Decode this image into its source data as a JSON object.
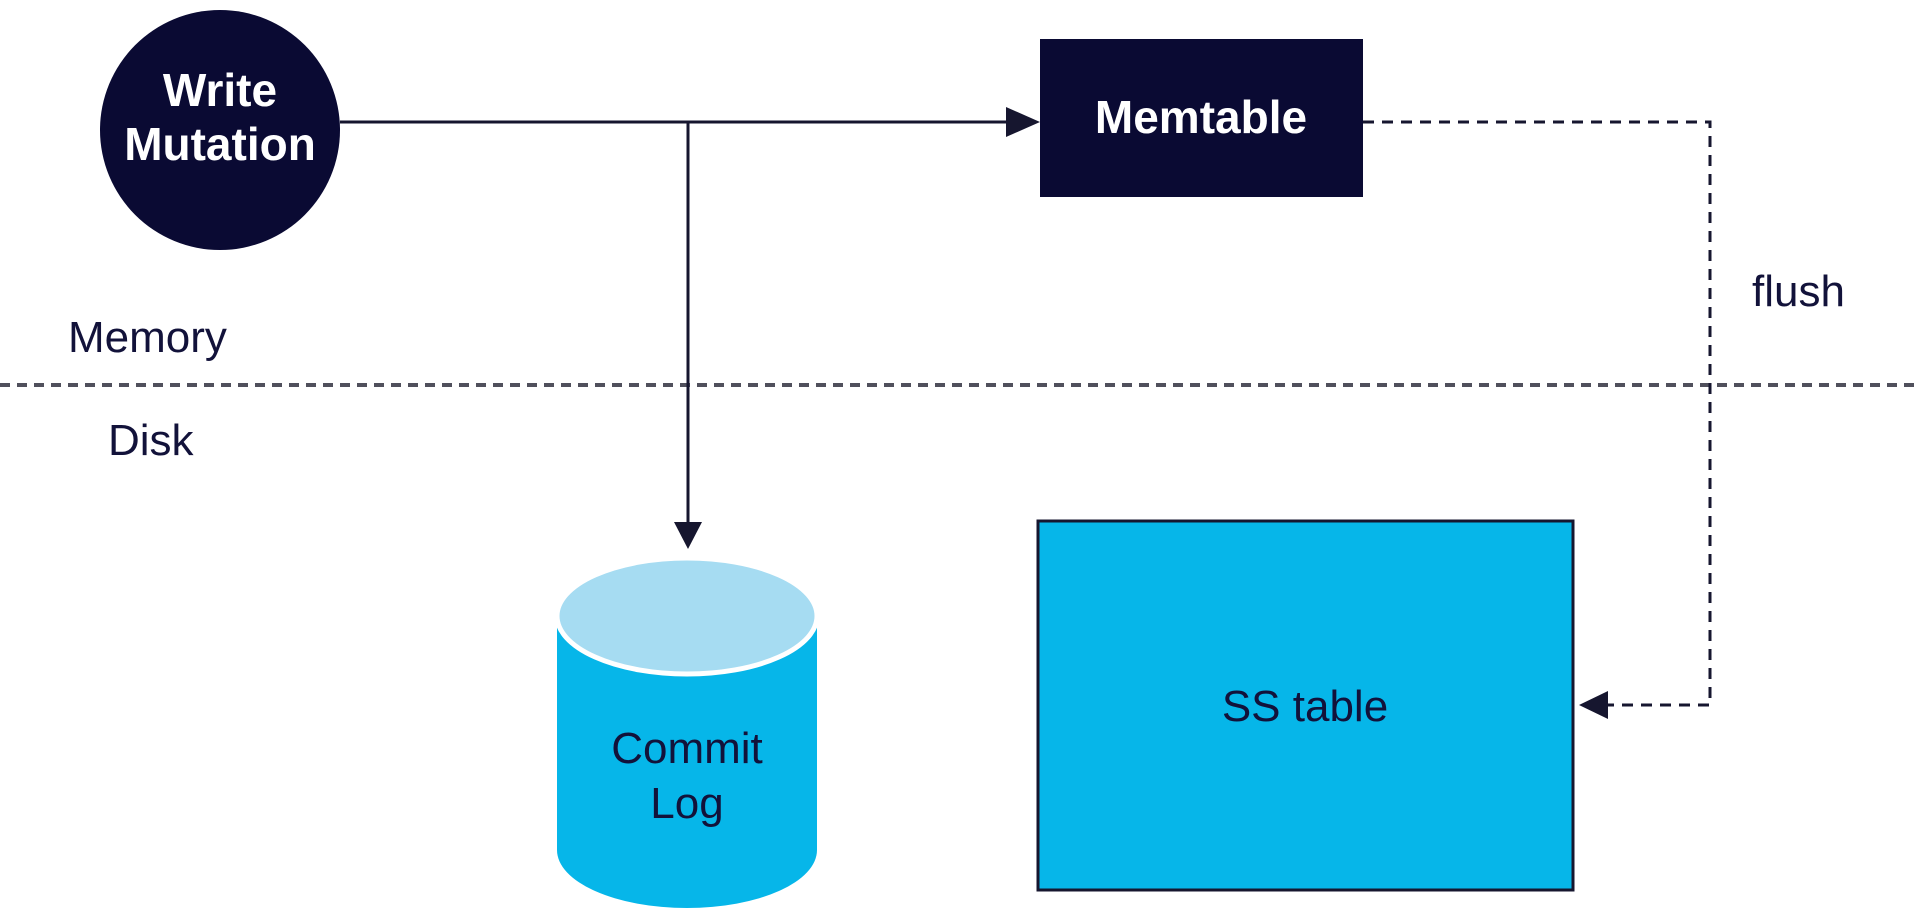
{
  "colors": {
    "background": "#ffffff",
    "navy": "#0a0a33",
    "cyan": "#06b6e9",
    "light_blue": "#a6dcf2",
    "line": "#16162f",
    "separator": "#50505c",
    "text_dark": "#12123a",
    "text_light": "#ffffff"
  },
  "nodes": {
    "write_mutation": {
      "label": "Write Mutation",
      "line1": "Write",
      "line2": "Mutation"
    },
    "memtable": {
      "label": "Memtable"
    },
    "commit_log": {
      "label": "Commit Log",
      "line1": "Commit",
      "line2": "Log"
    },
    "sstable": {
      "label": "SS table"
    }
  },
  "zones": {
    "memory": "Memory",
    "disk": "Disk"
  },
  "edges": {
    "flush": "flush"
  }
}
